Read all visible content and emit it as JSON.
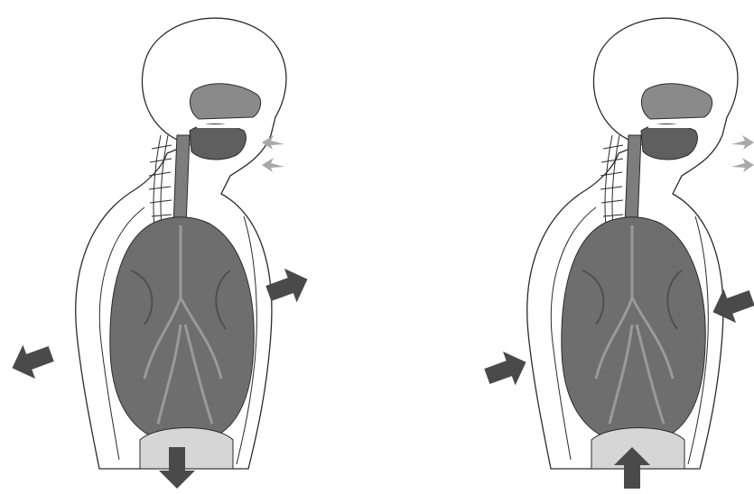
{
  "diagram": {
    "panels": [
      {
        "id": "inhalation",
        "air_flow": "in",
        "chest_motion": "expanding",
        "diaphragm_motion": "down"
      },
      {
        "id": "exhalation",
        "air_flow": "out",
        "chest_motion": "contracting",
        "diaphragm_motion": "up"
      }
    ],
    "colors": {
      "outline": "#2b2b2b",
      "lung": "#6e6e6e",
      "lung_dark": "#4f4f4f",
      "lung_vein": "#9a9a9a",
      "tissue": "#7d7d7d",
      "arrow": "#4a4a4a",
      "air_arrow": "#a8a8a8",
      "diaphragm": "#d6d6d6",
      "background": "#ffffff"
    },
    "icons": [
      "head-outline",
      "lungs",
      "trachea",
      "airway",
      "spine",
      "diaphragm",
      "arrow"
    ]
  }
}
